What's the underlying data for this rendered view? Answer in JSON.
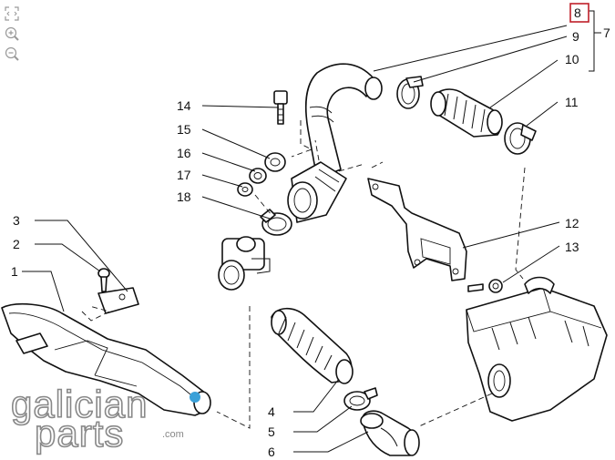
{
  "toolbar": {
    "fit_icon": "fit-screen-icon",
    "zoom_in_icon": "zoom-in-icon",
    "zoom_out_icon": "zoom-out-icon"
  },
  "highlight_color": "#c0202a",
  "callouts": {
    "c1": "1",
    "c2": "2",
    "c3": "3",
    "c4": "4",
    "c5": "5",
    "c6": "6",
    "c7": "7",
    "c8": "8",
    "c9": "9",
    "c10": "10",
    "c11": "11",
    "c12": "12",
    "c13": "13",
    "c14": "14",
    "c15": "15",
    "c16": "16",
    "c17": "17",
    "c18": "18"
  },
  "selected_callout": "8",
  "watermark": {
    "line1": "galician",
    "line2": "parts",
    "suffix": ".com"
  }
}
